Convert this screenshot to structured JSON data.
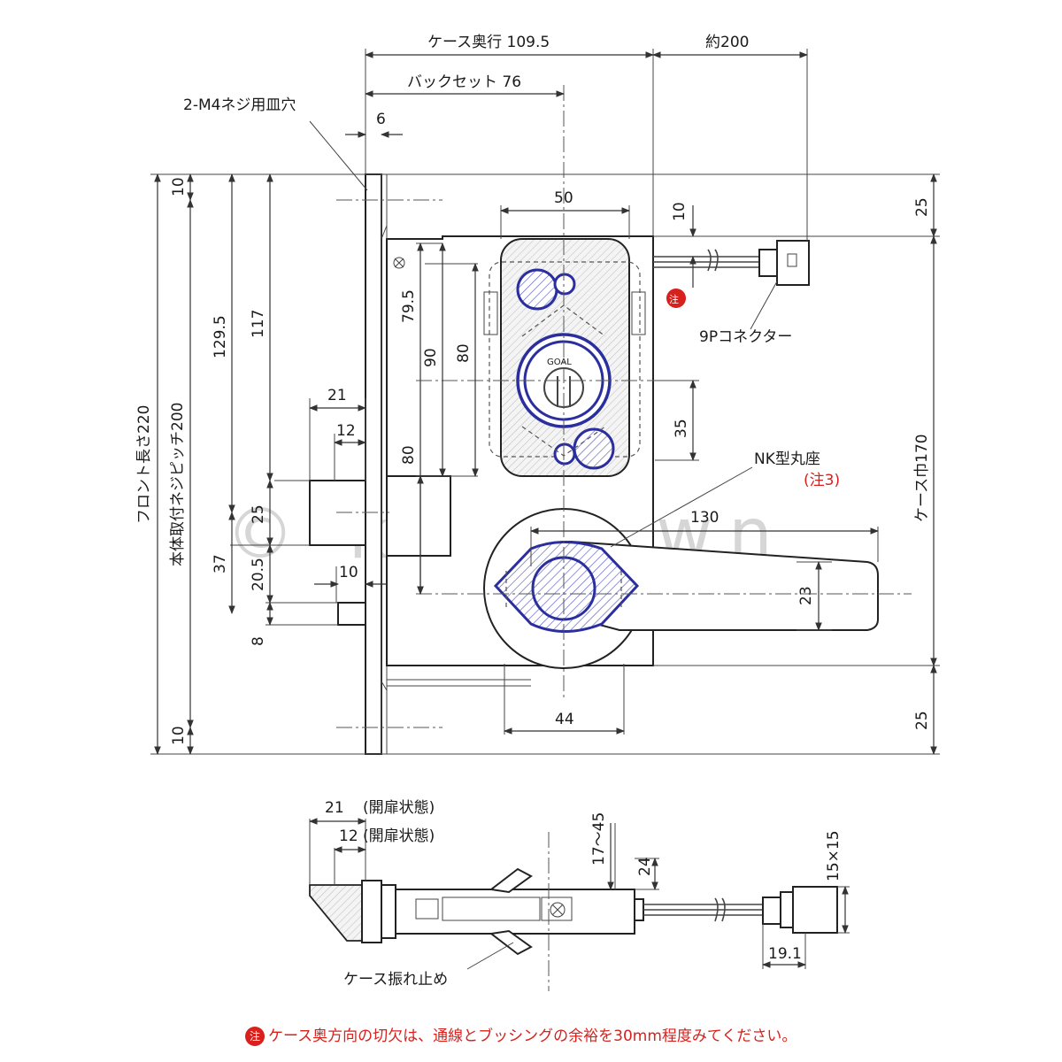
{
  "watermark": "© key town",
  "labels": {
    "case_depth": "ケース奥行 109.5",
    "cable_length": "約200",
    "backset": "バックセット 76",
    "screw_holes": "2-M4ネジ用皿穴",
    "d6": "6",
    "d50": "50",
    "d10_top_left": "10",
    "d10_connector": "10",
    "d25_top": "25",
    "d25_bottom": "25",
    "d79_5": "79.5",
    "d90": "90",
    "d80_upper": "80",
    "d80_lower": "80",
    "d35": "35",
    "d129_5": "129.5",
    "d117": "117",
    "d21": "21",
    "d12": "12",
    "d25_latch": "25",
    "d20_5": "20.5",
    "d37": "37",
    "d10_deadbolt": "10",
    "d8": "8",
    "d10_bottom_left": "10",
    "d130": "130",
    "d23": "23",
    "d44": "44",
    "connector": "9Pコネクター",
    "note_mark": "注",
    "nk_rose": "NK型丸座",
    "note3": "(注3)",
    "front_length": "フロント長さ220",
    "screw_pitch": "本体取付ネジピッチ200",
    "case_width": "ケース巾170",
    "bottom_21": "21",
    "bottom_21_state": "(開扉状態)",
    "bottom_12": "12",
    "bottom_12_state": "(開扉状態)",
    "bottom_17_45": "17〜45",
    "bottom_24": "24",
    "bottom_15x15": "15×15",
    "bottom_19_1": "19.1",
    "case_stopper": "ケース振れ止め",
    "cylinder_brand": "GOAL"
  },
  "footnote": {
    "mark": "注",
    "text": "ケース奥方向の切欠は、通線とブッシングの余裕を30mm程度みてください。"
  },
  "colors": {
    "accent_blue": "#2b2f9e",
    "note_red": "#d8201c"
  }
}
